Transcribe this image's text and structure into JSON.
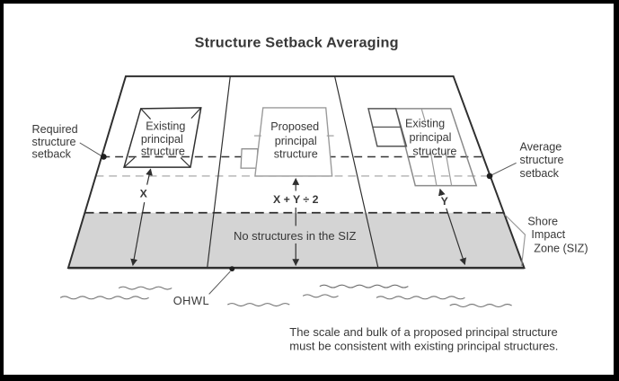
{
  "title": "Structure Setback Averaging",
  "labels": {
    "required_setback": {
      "lines": [
        "Required",
        "structure",
        "setback"
      ]
    },
    "average_setback": {
      "lines": [
        "Average",
        "structure",
        "setback"
      ]
    },
    "shore_impact_zone": {
      "lines": [
        "Shore",
        "Impact",
        "Zone (SIZ)"
      ]
    },
    "ohwl": "OHWL"
  },
  "structures": {
    "left_existing": {
      "lines": [
        "Existing",
        "principal",
        "structure"
      ]
    },
    "proposed": {
      "lines": [
        "Proposed",
        "principal",
        "structure"
      ]
    },
    "right_existing": {
      "lines": [
        "Existing",
        "principal",
        "structure"
      ]
    }
  },
  "measurements": {
    "x": "X",
    "average_formula": "X + Y ÷ 2",
    "y": "Y"
  },
  "siz_note": "No structures in the SIZ",
  "caption": {
    "lines": [
      "The scale and bulk of a proposed principal structure",
      "must be consistent with existing principal structures."
    ]
  },
  "colors": {
    "line_dark": "#2f2f2f",
    "line_light": "#9a9a9a",
    "siz_fill": "#d4d4d4",
    "water": "#6f6f6f",
    "background": "#ffffff",
    "border": "#000000"
  }
}
